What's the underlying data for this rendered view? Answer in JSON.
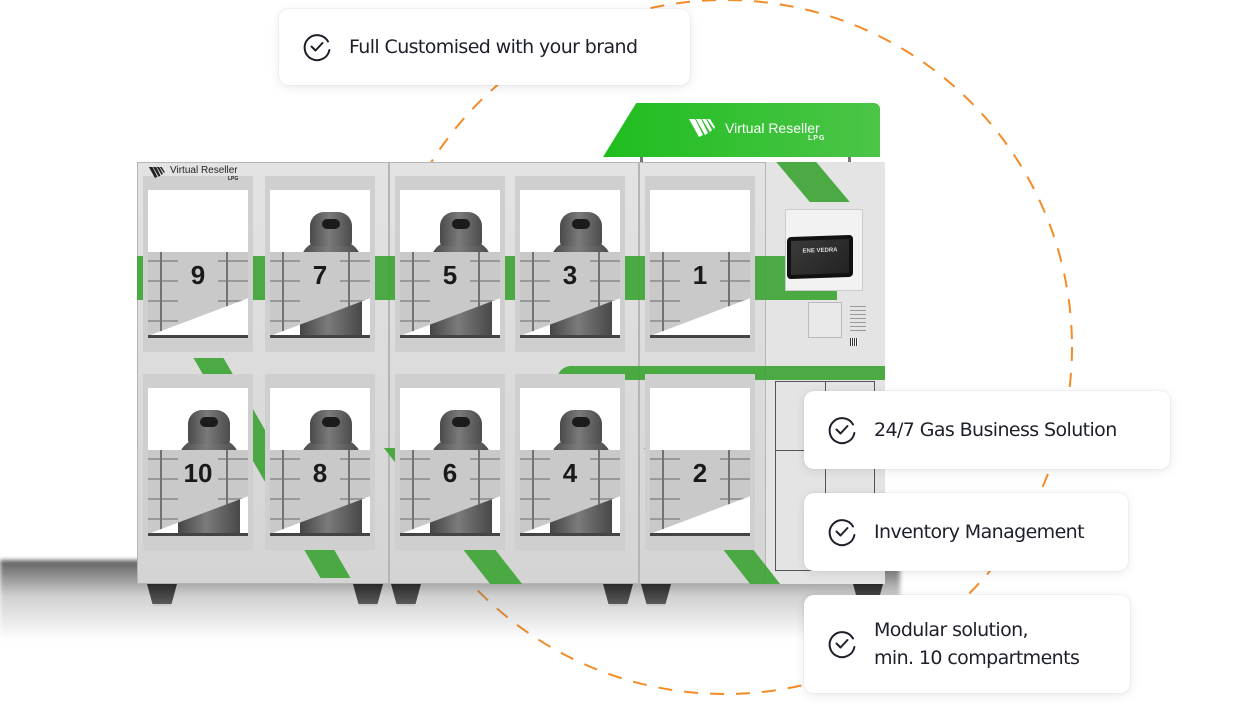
{
  "accent_colors": {
    "ring_dash": "#F28C28",
    "brand_green": "#3EA535",
    "sign_green": "#22BE20",
    "text": "#1D1F2A"
  },
  "product": {
    "name": "Virtual Reseller",
    "sub_name": "LPG",
    "kiosk_screen_text": "ENE VEDRA",
    "compartment_numbers": {
      "top_row": [
        "9",
        "7",
        "5",
        "3",
        "1"
      ],
      "bottom_row": [
        "10",
        "8",
        "6",
        "4",
        "2"
      ]
    }
  },
  "features": [
    {
      "icon": "check-circle-icon",
      "label": "Full Customised with your brand"
    },
    {
      "icon": "check-circle-icon",
      "label": "24/7 Gas Business Solution"
    },
    {
      "icon": "check-circle-icon",
      "label": "Inventory Management"
    },
    {
      "icon": "check-circle-icon",
      "label": "Modular solution,",
      "label_line2": "min. 10 compartments"
    }
  ]
}
